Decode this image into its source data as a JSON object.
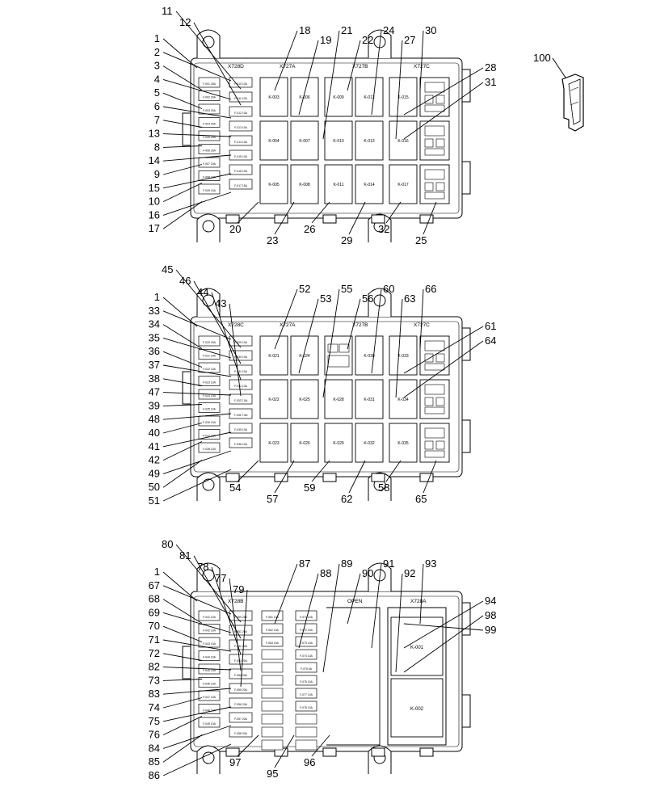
{
  "part_100": "100",
  "panels": [
    {
      "id": "top",
      "callouts_left": [
        "1",
        "2",
        "3",
        "4",
        "5",
        "6",
        "7",
        "13",
        "8",
        "14",
        "9",
        "15",
        "10",
        "16",
        "17"
      ],
      "callouts_topleft": [
        "11",
        "12"
      ],
      "callouts_top": [
        "18",
        "19",
        "21",
        "22",
        "24",
        "27",
        "30",
        "28",
        "31"
      ],
      "callouts_bottom": [
        "20",
        "23",
        "26",
        "29",
        "32",
        "25"
      ],
      "connectors": [
        "X728D",
        "X727A",
        "X727B",
        "X727C"
      ],
      "fuse_labels_left": [
        "F-001 30A",
        "F-002 20A",
        "F-003 20A",
        "F-004 20A",
        "F-005 20A",
        "F-006 20A",
        "F-007 20A",
        "F-008 10A",
        "F-009 10A"
      ],
      "fuse_labels_right": [
        "F-010 10A",
        "F-011 10A",
        "F-012 10A",
        "F-013 10A",
        "F-014 10A",
        "F-015 10A",
        "F-016 10A",
        "F-017 15A"
      ],
      "relays": [
        "K-003",
        "K-006",
        "K-009",
        "K-012",
        "K-015",
        "K-004",
        "K-007",
        "K-010",
        "K-013",
        "K-016",
        "K-005",
        "K-008",
        "K-011",
        "K-014",
        "K-017"
      ]
    },
    {
      "id": "middle",
      "callouts_left": [
        "1",
        "33",
        "34",
        "35",
        "36",
        "37",
        "38",
        "47",
        "39",
        "48",
        "40",
        "41",
        "42",
        "49",
        "50",
        "51"
      ],
      "callouts_topleft": [
        "45",
        "46",
        "44",
        "43"
      ],
      "callouts_top": [
        "52",
        "53",
        "55",
        "56",
        "60",
        "63",
        "66",
        "61",
        "64"
      ],
      "callouts_bottom": [
        "54",
        "57",
        "59",
        "62",
        "58",
        "65"
      ],
      "connectors": [
        "X728C",
        "X727A",
        "X727B",
        "X727C"
      ],
      "fuse_labels_left": [
        "F-020 20A",
        "F-021 20A",
        "F-022 10A",
        "F-023 10A",
        "F-024 10A",
        "F-025 10A",
        "F-026 10A",
        "F-027 10A",
        "F-028 10A"
      ],
      "fuse_labels_right": [
        "F-029 10A",
        "F-030 10A",
        "F-031 10A",
        "F-032 10A",
        "F-033 7.5A",
        "F-034 7.5A",
        "F-035 10A",
        "F-036 10A"
      ],
      "relays": [
        "K-021",
        "K-024",
        "K-030",
        "K-033",
        "K-022",
        "K-025",
        "K-028",
        "K-031",
        "K-034",
        "K-023",
        "K-026",
        "K-029",
        "K-032",
        "K-035"
      ]
    },
    {
      "id": "bottom",
      "callouts_left": [
        "1",
        "67",
        "68",
        "69",
        "70",
        "71",
        "72",
        "82",
        "73",
        "83",
        "74",
        "75",
        "76",
        "84",
        "85",
        "86"
      ],
      "callouts_topleft": [
        "80",
        "81",
        "78",
        "77",
        "79"
      ],
      "callouts_top": [
        "87",
        "88",
        "89",
        "90",
        "91",
        "92",
        "93",
        "94",
        "98",
        "99"
      ],
      "callouts_bottom": [
        "97",
        "95",
        "96"
      ],
      "connectors": [
        "X728B",
        "X728A"
      ],
      "open_label": "OPEN",
      "fuse_labels_left": [
        "F-041 10A",
        "F-042 10A",
        "F-043 10A",
        "F-044 10A",
        "F-045 10A",
        "F-046 10A",
        "F-047 10A",
        "F-048 10A",
        "F-049 10A"
      ],
      "fuse_labels_right": [
        "F-050 20A",
        "F-051 20A",
        "F-052 20A",
        "F-053 20A",
        "F-054 20A",
        "F-055 20A",
        "F-056 20A",
        "F-057 20A",
        "F-058 20A"
      ],
      "fuse_labels_mid": [
        "F-061 10A",
        "F-062 10A",
        "F-063 10A"
      ],
      "fuse_labels_mid2": [
        "F-071 10A",
        "F-072 10A",
        "F-073 10A",
        "F-074 10A",
        "F-075 5A",
        "F-076 10A",
        "F-077 10A",
        "F-078 10A"
      ],
      "relays": [
        "K-001",
        "K-002"
      ]
    }
  ]
}
